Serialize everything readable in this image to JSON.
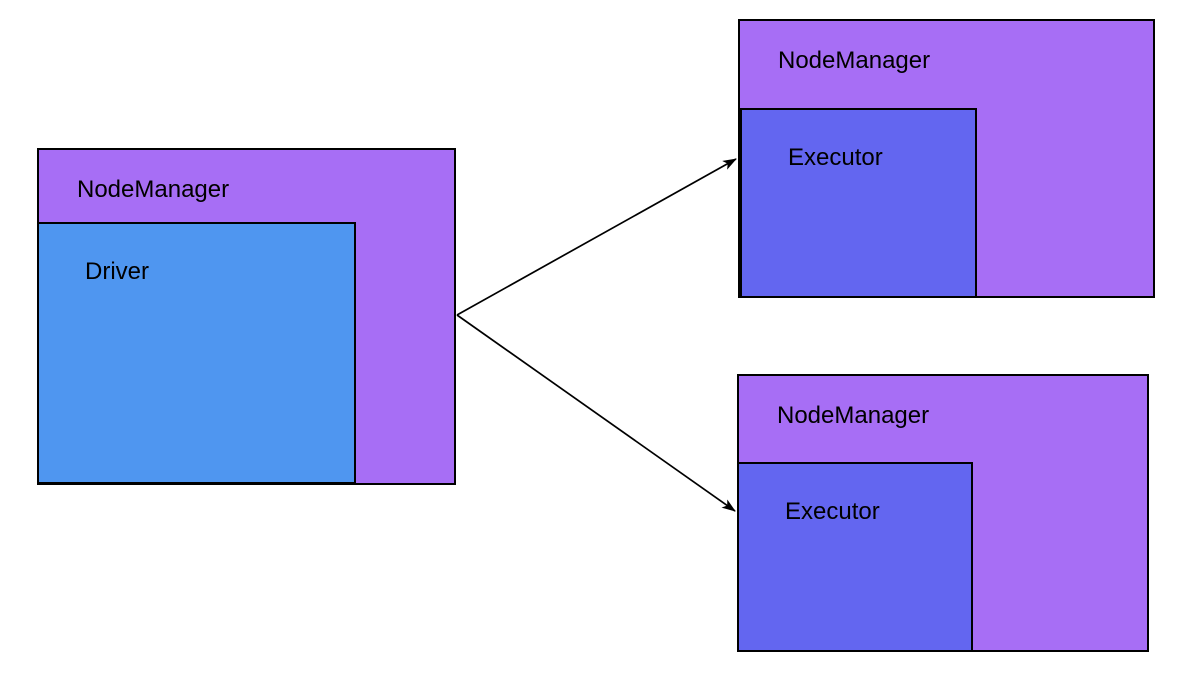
{
  "diagram": {
    "background": "#ffffff",
    "colors": {
      "node_manager_fill": "#a76ef5",
      "driver_fill": "#4f96f0",
      "executor_fill": "#6366f0",
      "border": "#000000",
      "arrow": "#000000"
    },
    "nodes": {
      "nm_left": {
        "label": "NodeManager"
      },
      "driver": {
        "label": "Driver"
      },
      "nm_top_right": {
        "label": "NodeManager"
      },
      "executor_top": {
        "label": "Executor"
      },
      "nm_bottom_right": {
        "label": "NodeManager"
      },
      "executor_bottom": {
        "label": "Executor"
      }
    },
    "edges": [
      {
        "from": "nm_left",
        "to": "nm_top_right",
        "type": "arrow"
      },
      {
        "from": "nm_left",
        "to": "nm_bottom_right",
        "type": "arrow"
      }
    ]
  }
}
